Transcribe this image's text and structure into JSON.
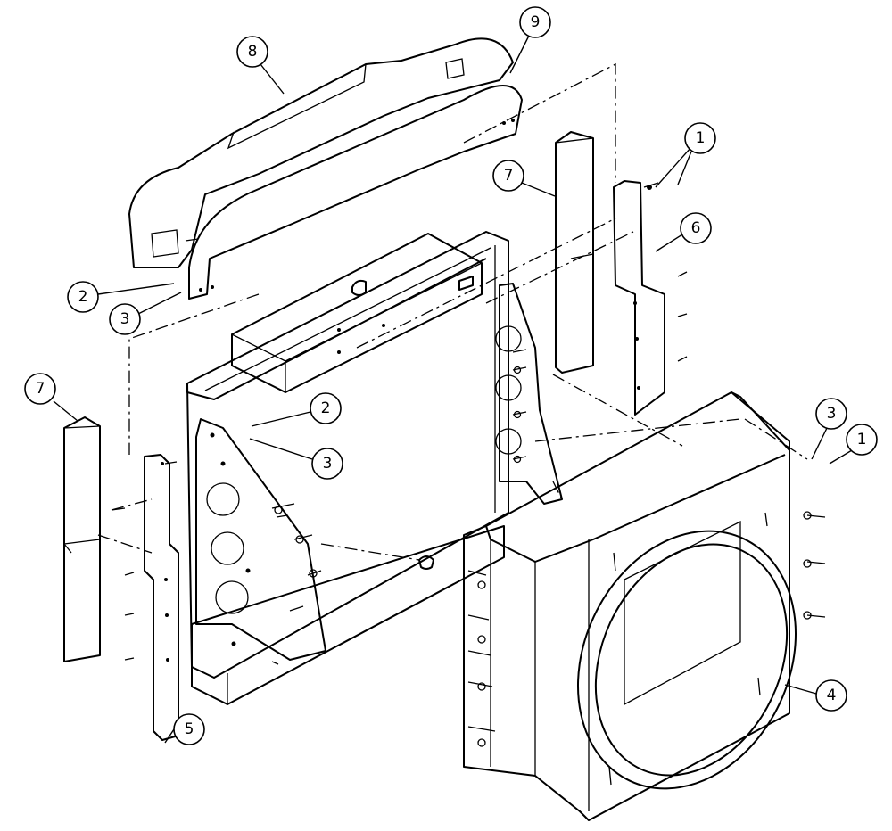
{
  "callouts": [
    {
      "id": "callout-1-top",
      "label": "1"
    },
    {
      "id": "callout-1-right",
      "label": "1"
    },
    {
      "id": "callout-2-left",
      "label": "2"
    },
    {
      "id": "callout-2-center",
      "label": "2"
    },
    {
      "id": "callout-3-left",
      "label": "3"
    },
    {
      "id": "callout-3-center",
      "label": "3"
    },
    {
      "id": "callout-3-right",
      "label": "3"
    },
    {
      "id": "callout-4",
      "label": "4"
    },
    {
      "id": "callout-5",
      "label": "5"
    },
    {
      "id": "callout-6",
      "label": "6"
    },
    {
      "id": "callout-7-left",
      "label": "7"
    },
    {
      "id": "callout-7-top",
      "label": "7"
    },
    {
      "id": "callout-8",
      "label": "8"
    },
    {
      "id": "callout-9",
      "label": "9"
    }
  ]
}
